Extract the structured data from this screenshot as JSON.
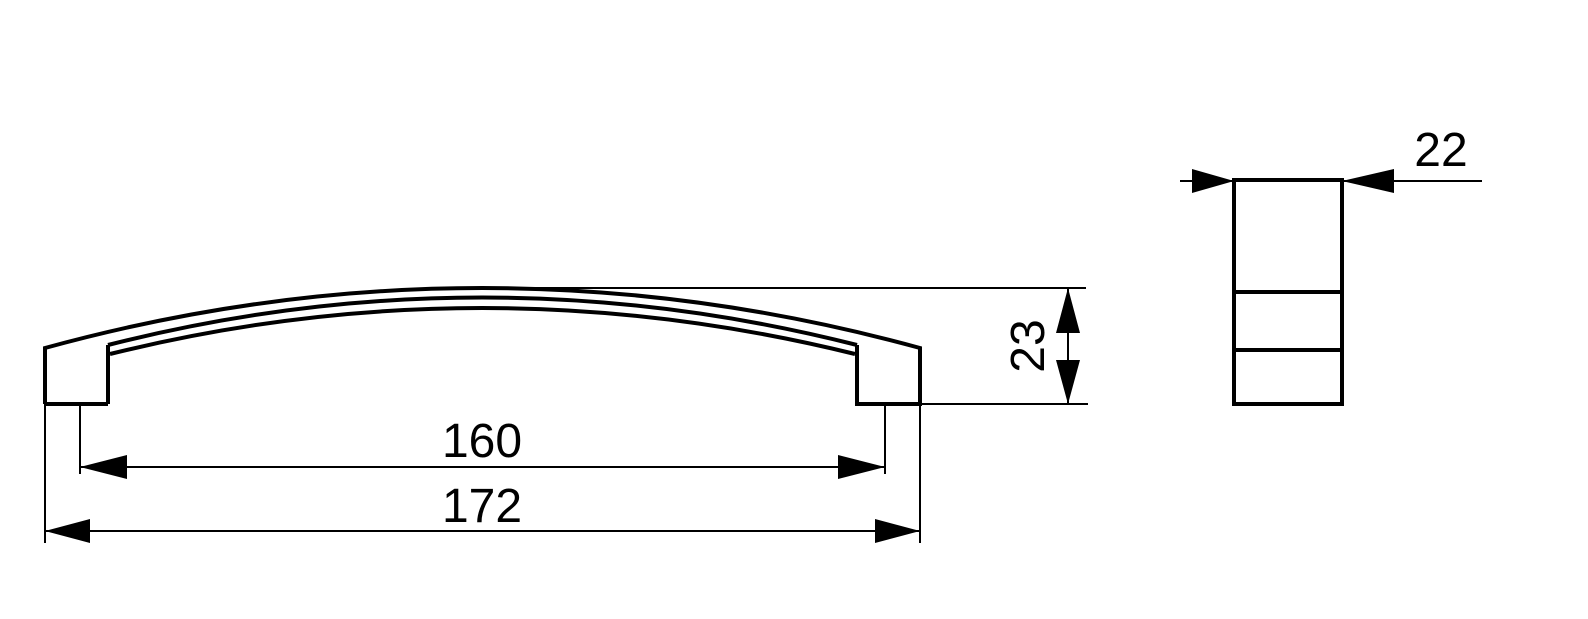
{
  "drawing": {
    "front_view": {
      "dimensions": {
        "hole_spacing": "160",
        "overall_length": "172",
        "height": "23"
      }
    },
    "side_view": {
      "dimensions": {
        "width": "22"
      }
    },
    "line_color": "#000000"
  }
}
